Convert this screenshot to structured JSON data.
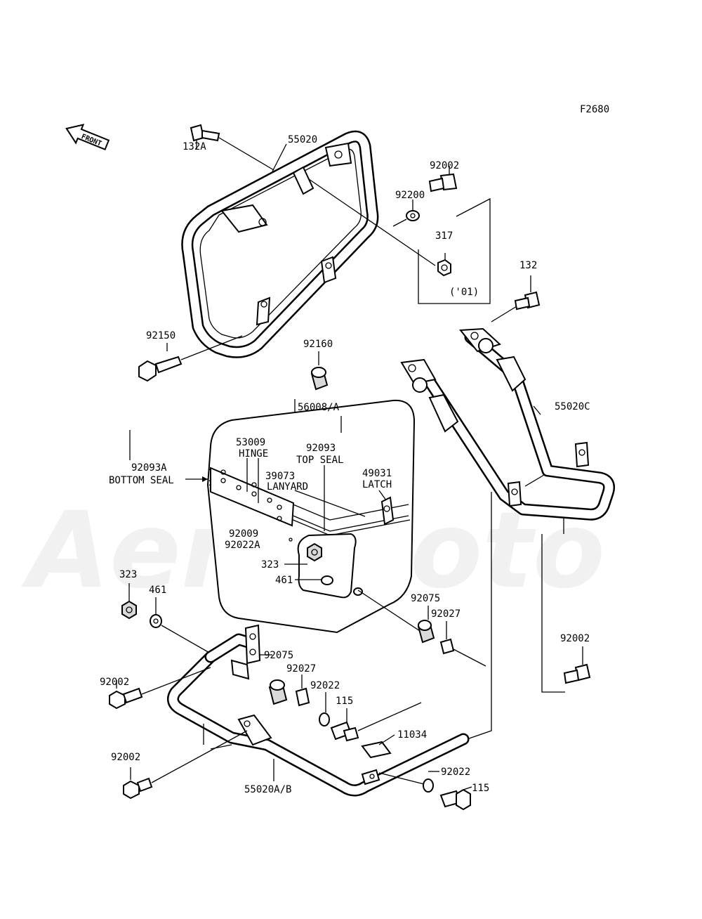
{
  "figure_id": "F2680",
  "front_label": "FRONT",
  "watermark": "AeroMoto",
  "labels": {
    "l132A": "132A",
    "l55020": "55020",
    "l92002_top": "92002",
    "l92200": "92200",
    "l317": "317",
    "l01": "('01)",
    "l132": "132",
    "l92150": "92150",
    "l92160": "92160",
    "l55020C": "55020C",
    "l56008A": "56008/A",
    "l53009": "53009",
    "l_hinge": "HINGE",
    "l92093": "92093",
    "l_topseal": "TOP SEAL",
    "l92093A": "92093A",
    "l_bottomseal": "BOTTOM SEAL",
    "l39073": "39073",
    "l_lanyard": "LANYARD",
    "l49031": "49031",
    "l_latch": "LATCH",
    "l92009": "92009",
    "l92022A": "92022A",
    "l323_in": "323",
    "l461_in": "461",
    "l323": "323",
    "l461": "461",
    "l92075_r": "92075",
    "l92027_r": "92027",
    "l92002_r": "92002",
    "l92075_l": "92075",
    "l92027_l": "92027",
    "l92022_l": "92022",
    "l115_l": "115",
    "l92002_l1": "92002",
    "l11034": "11034",
    "l92002_l2": "92002",
    "l92022_b": "92022",
    "l115_b": "115",
    "l55020AB": "55020A/B"
  }
}
